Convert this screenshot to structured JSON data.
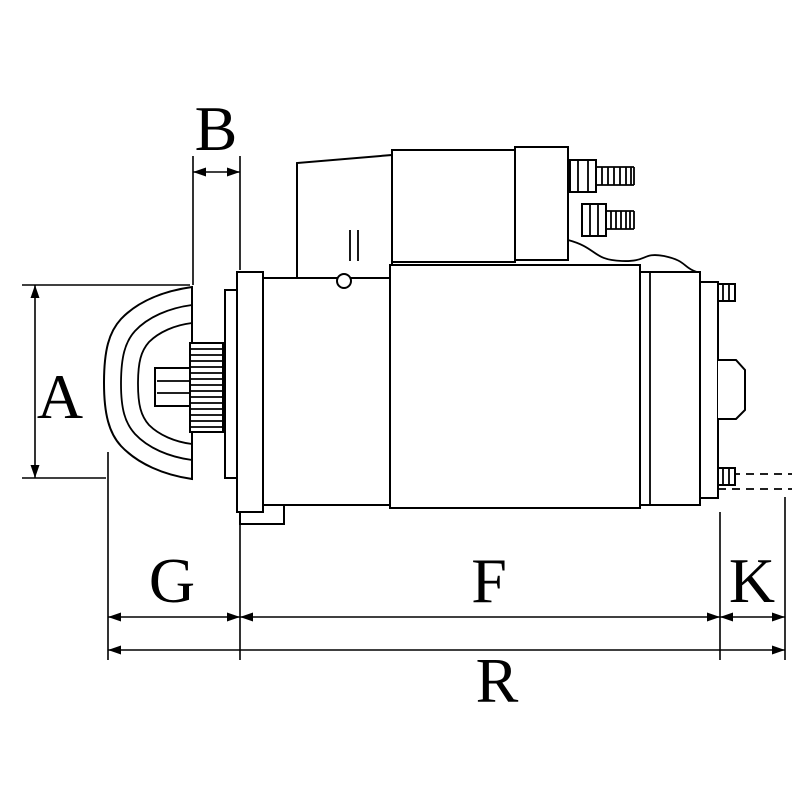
{
  "page": {
    "background_color": "#ffffff"
  },
  "drawing": {
    "subject": "starter-motor-side-view-dimensional-drawing",
    "line_color": "#000000",
    "label_color": "#000000"
  },
  "dimension_labels": {
    "A": "A",
    "B": "B",
    "G": "G",
    "F": "F",
    "K": "K",
    "R": "R"
  }
}
